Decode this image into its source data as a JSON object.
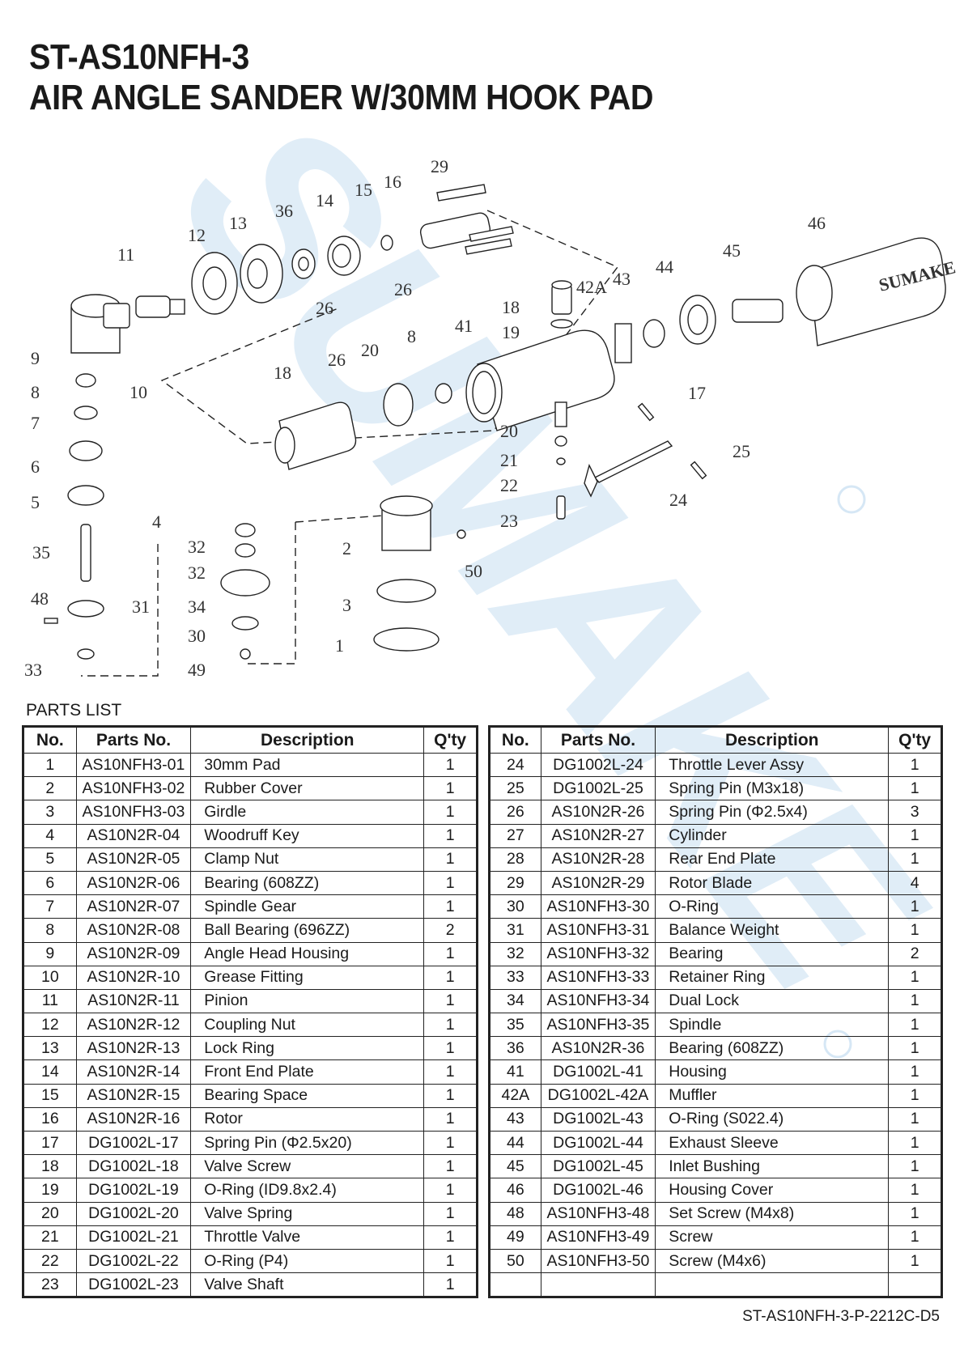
{
  "header": {
    "model": "ST-AS10NFH-3",
    "product_name": "AIR ANGLE SANDER W/30MM HOOK PAD"
  },
  "watermark": {
    "text": "SUMAKE",
    "color": "#cfe3f3"
  },
  "diagram": {
    "callouts": [
      "1",
      "2",
      "3",
      "4",
      "5",
      "6",
      "7",
      "8",
      "8",
      "9",
      "10",
      "11",
      "12",
      "13",
      "14",
      "15",
      "16",
      "17",
      "18",
      "18",
      "19",
      "20",
      "20",
      "21",
      "22",
      "23",
      "24",
      "25",
      "26",
      "26",
      "26",
      "29",
      "30",
      "31",
      "32",
      "32",
      "33",
      "34",
      "35",
      "36",
      "41",
      "42A",
      "43",
      "44",
      "45",
      "46",
      "48",
      "49",
      "50"
    ],
    "housing_logo": "SUMAKE"
  },
  "parts_list": {
    "title": "PARTS LIST",
    "columns": [
      "No.",
      "Parts No.",
      "Description",
      "Q'ty"
    ],
    "left_rows": [
      [
        "1",
        "AS10NFH3-01",
        "30mm Pad",
        "1"
      ],
      [
        "2",
        "AS10NFH3-02",
        "Rubber Cover",
        "1"
      ],
      [
        "3",
        "AS10NFH3-03",
        "Girdle",
        "1"
      ],
      [
        "4",
        "AS10N2R-04",
        "Woodruff Key",
        "1"
      ],
      [
        "5",
        "AS10N2R-05",
        "Clamp Nut",
        "1"
      ],
      [
        "6",
        "AS10N2R-06",
        "Bearing (608ZZ)",
        "1"
      ],
      [
        "7",
        "AS10N2R-07",
        "Spindle Gear",
        "1"
      ],
      [
        "8",
        "AS10N2R-08",
        "Ball Bearing (696ZZ)",
        "2"
      ],
      [
        "9",
        "AS10N2R-09",
        "Angle Head Housing",
        "1"
      ],
      [
        "10",
        "AS10N2R-10",
        "Grease Fitting",
        "1"
      ],
      [
        "11",
        "AS10N2R-11",
        "Pinion",
        "1"
      ],
      [
        "12",
        "AS10N2R-12",
        "Coupling Nut",
        "1"
      ],
      [
        "13",
        "AS10N2R-13",
        "Lock Ring",
        "1"
      ],
      [
        "14",
        "AS10N2R-14",
        "Front End Plate",
        "1"
      ],
      [
        "15",
        "AS10N2R-15",
        "Bearing Space",
        "1"
      ],
      [
        "16",
        "AS10N2R-16",
        "Rotor",
        "1"
      ],
      [
        "17",
        "DG1002L-17",
        "Spring Pin (Φ2.5x20)",
        "1"
      ],
      [
        "18",
        "DG1002L-18",
        "Valve Screw",
        "1"
      ],
      [
        "19",
        "DG1002L-19",
        "O-Ring (ID9.8x2.4)",
        "1"
      ],
      [
        "20",
        "DG1002L-20",
        "Valve Spring",
        "1"
      ],
      [
        "21",
        "DG1002L-21",
        "Throttle Valve",
        "1"
      ],
      [
        "22",
        "DG1002L-22",
        "O-Ring (P4)",
        "1"
      ],
      [
        "23",
        "DG1002L-23",
        "Valve Shaft",
        "1"
      ]
    ],
    "right_rows": [
      [
        "24",
        "DG1002L-24",
        "Throttle Lever Assy",
        "1"
      ],
      [
        "25",
        "DG1002L-25",
        "Spring Pin (M3x18)",
        "1"
      ],
      [
        "26",
        "AS10N2R-26",
        "Spring Pin (Φ2.5x4)",
        "3"
      ],
      [
        "27",
        "AS10N2R-27",
        "Cylinder",
        "1"
      ],
      [
        "28",
        "AS10N2R-28",
        "Rear End Plate",
        "1"
      ],
      [
        "29",
        "AS10N2R-29",
        "Rotor Blade",
        "4"
      ],
      [
        "30",
        "AS10NFH3-30",
        "O-Ring",
        "1"
      ],
      [
        "31",
        "AS10NFH3-31",
        "Balance Weight",
        "1"
      ],
      [
        "32",
        "AS10NFH3-32",
        "Bearing",
        "2"
      ],
      [
        "33",
        "AS10NFH3-33",
        "Retainer Ring",
        "1"
      ],
      [
        "34",
        "AS10NFH3-34",
        "Dual Lock",
        "1"
      ],
      [
        "35",
        "AS10NFH3-35",
        "Spindle",
        "1"
      ],
      [
        "36",
        "AS10N2R-36",
        "Bearing (608ZZ)",
        "1"
      ],
      [
        "41",
        "DG1002L-41",
        "Housing",
        "1"
      ],
      [
        "42A",
        "DG1002L-42A",
        "Muffler",
        "1"
      ],
      [
        "43",
        "DG1002L-43",
        "O-Ring (S022.4)",
        "1"
      ],
      [
        "44",
        "DG1002L-44",
        "Exhaust Sleeve",
        "1"
      ],
      [
        "45",
        "DG1002L-45",
        "Inlet Bushing",
        "1"
      ],
      [
        "46",
        "DG1002L-46",
        "Housing Cover",
        "1"
      ],
      [
        "48",
        "AS10NFH3-48",
        "Set Screw (M4x8)",
        "1"
      ],
      [
        "49",
        "AS10NFH3-49",
        "Screw",
        "1"
      ],
      [
        "50",
        "AS10NFH3-50",
        "Screw (M4x6)",
        "1"
      ],
      [
        "",
        "",
        "",
        ""
      ]
    ]
  },
  "footer": {
    "doc_code": "ST-AS10NFH-3-P-2212C-D5"
  }
}
